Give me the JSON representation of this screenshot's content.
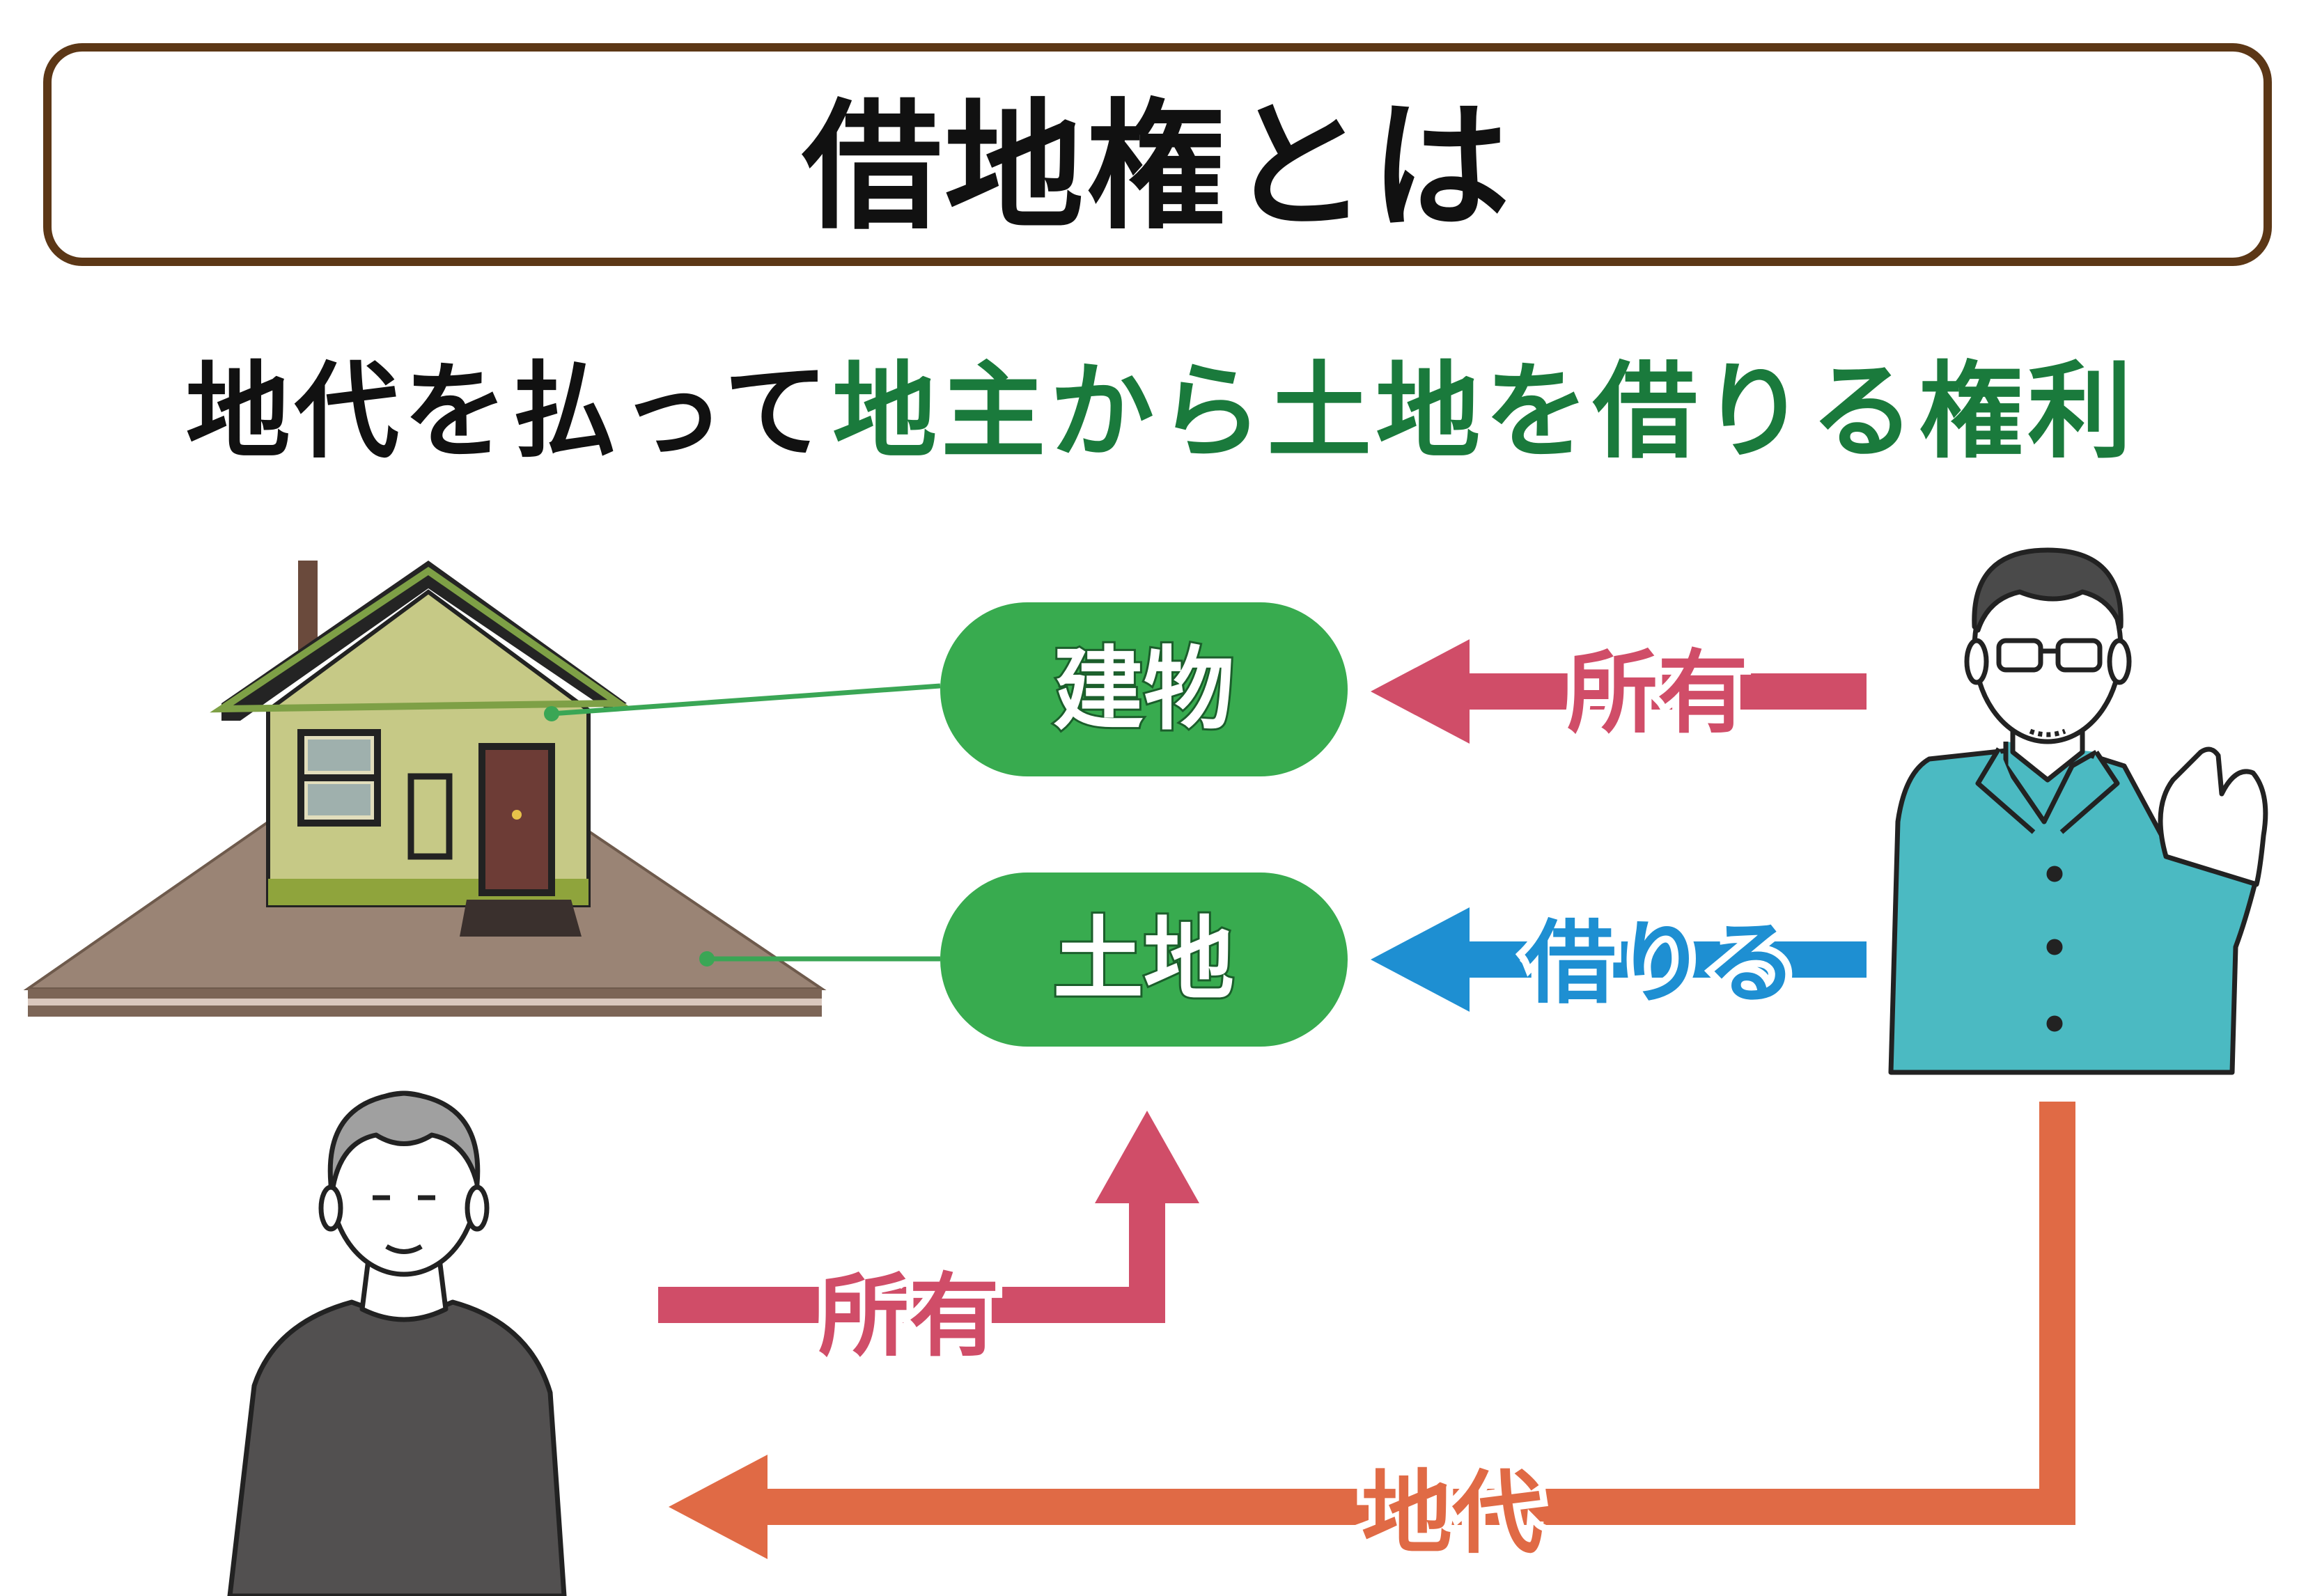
{
  "title": "借地権とは",
  "subtitle": {
    "part1": "地代を払って",
    "part2": "地主から土地を借りる権利"
  },
  "nodes": {
    "building": "建物",
    "land": "土地"
  },
  "arrows": {
    "owner_building": "所有",
    "borrow_land": "借りる",
    "owner_land": "所有",
    "rent": "地代"
  },
  "colors": {
    "title_border": "#5c3716",
    "highlight_text": "#1a7a3c",
    "pill": "#38ab4f",
    "own_arrow": "#d04d68",
    "borrow_arrow": "#1e8fd2",
    "rent_arrow": "#e06a45"
  },
  "icons": [
    "house-icon",
    "landlord-person-icon",
    "tenant-person-icon"
  ]
}
